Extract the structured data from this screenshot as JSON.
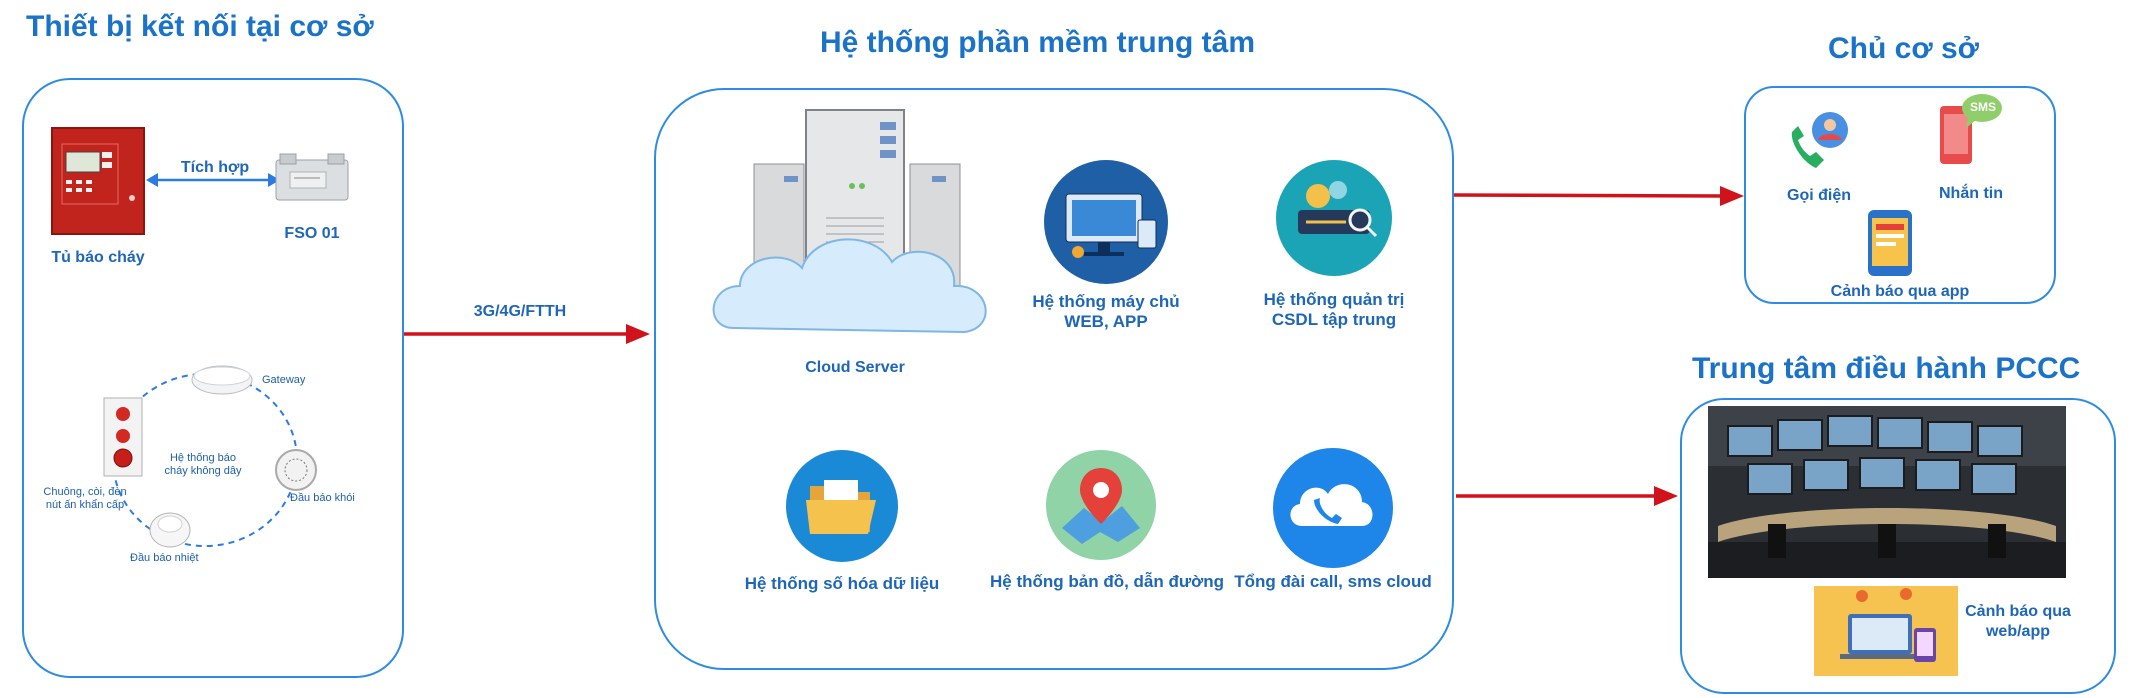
{
  "sections": {
    "left_title": "Thiết bị kết nối tại cơ sở",
    "center_title": "Hệ thống phần mềm trung tâm",
    "owner_title": "Chủ cơ sở",
    "pccc_title": "Trung tâm điều hành PCCC"
  },
  "left": {
    "panel_label": "Tủ báo cháy",
    "integration_label": "Tích hợp",
    "fso_label": "FSO 01",
    "wireless": {
      "gateway": "Gateway",
      "center": "Hệ thống báo cháy không dây",
      "smoke": "Đầu báo khói",
      "heat": "Đầu báo nhiệt",
      "bell": "Chuông, còi, đèn nút ấn khẩn cấp"
    }
  },
  "connection_label": "3G/4G/FTTH",
  "center": {
    "cloud_label": "Cloud Server",
    "web_app": "Hệ thống máy chủ WEB, APP",
    "db_admin": "Hệ thống quản trị CSDL tập trung",
    "digitize": "Hệ thống số hóa dữ liệu",
    "map": "Hệ thống bản đồ, dẫn đường",
    "callcenter": "Tổng đài call, sms cloud"
  },
  "owner": {
    "call": "Gọi điện",
    "sms": "Nhắn tin",
    "sms_badge": "SMS",
    "app_alert": "Cảnh báo qua app"
  },
  "pccc": {
    "web_alert": "Cảnh báo qua web/app"
  },
  "colors": {
    "title_blue": "#1a73c8",
    "panel_border": "#2e8ce0",
    "arrow_red": "#d0121b",
    "label_blue": "#1e66b8"
  }
}
